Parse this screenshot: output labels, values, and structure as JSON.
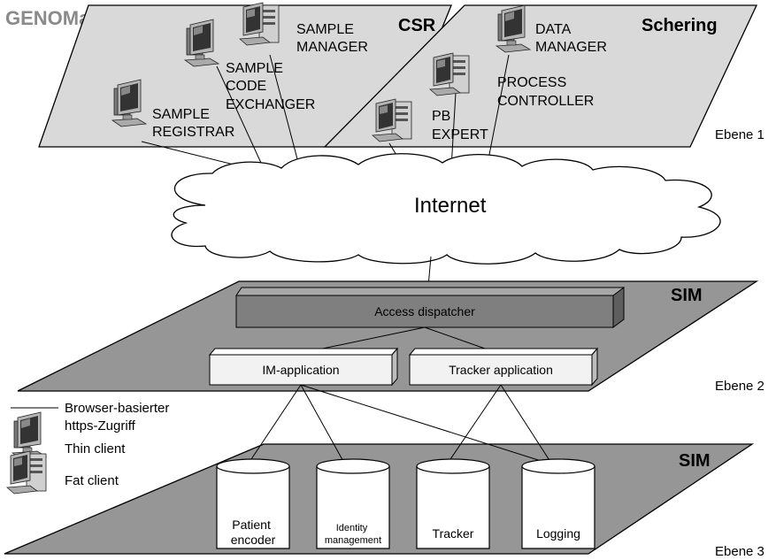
{
  "logo": {
    "text": "GENOMatch"
  },
  "layer1": {
    "csr": {
      "title": "CSR",
      "components": {
        "sample_manager": [
          "SAMPLE",
          "MANAGER"
        ],
        "sample_code_exchanger": [
          "SAMPLE",
          "CODE",
          "EXCHANGER"
        ],
        "sample_registrar": [
          "SAMPLE",
          "REGISTRAR"
        ]
      }
    },
    "schering": {
      "title": "Schering",
      "components": {
        "data_manager": [
          "DATA",
          "MANAGER"
        ],
        "process_controller": [
          "PROCESS",
          "CONTROLLER"
        ],
        "pb_expert": [
          "PB",
          "EXPERT"
        ]
      }
    },
    "level_label": "Ebene 1"
  },
  "internet": {
    "label": "Internet"
  },
  "layer2": {
    "title": "SIM",
    "access_dispatcher": "Access dispatcher",
    "im_application": "IM-application",
    "tracker_application": "Tracker application",
    "level_label": "Ebene 2"
  },
  "layer3": {
    "title": "SIM",
    "databases": {
      "patient_encoder": [
        "Patient",
        "encoder"
      ],
      "identity_management": [
        "Identity",
        "management"
      ],
      "tracker": [
        "Tracker"
      ],
      "logging": [
        "Logging"
      ]
    },
    "level_label": "Ebene 3"
  },
  "legend": {
    "browser_access": [
      "Browser-basierter",
      "https-Zugriff"
    ],
    "thin_client": "Thin client",
    "fat_client": "Fat client"
  },
  "colors": {
    "plane_light": "#d9d9d9",
    "plane_dark": "#969696",
    "dispatcher": "#7f7f7f",
    "app_box": "#f2f2f2",
    "logo": "#8a8a8a"
  }
}
